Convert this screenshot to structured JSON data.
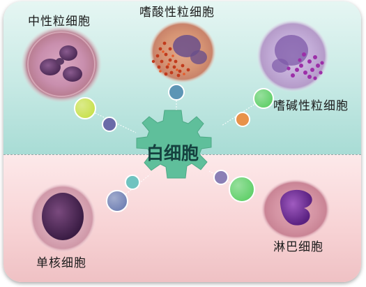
{
  "center": {
    "label": "白细胞",
    "color": "#5fbf9b"
  },
  "cells": [
    {
      "key": "neutrophil",
      "label": "中性粒细胞"
    },
    {
      "key": "eosinophil",
      "label": "嗜酸性粒细胞"
    },
    {
      "key": "basophil",
      "label": "嗜碱性粒细胞"
    },
    {
      "key": "monocyte",
      "label": "单核细胞"
    },
    {
      "key": "lymphocyte",
      "label": "淋巴细胞"
    }
  ],
  "colors": {
    "top_background": "#c6e9e4",
    "bottom_background": "#f7d2d4",
    "dot_lime": "#c8e04c",
    "dot_purple": "#6a6aa8",
    "dot_steel_blue": "#5d95b5",
    "dot_green": "#5fcf68",
    "dot_orange": "#e8924a",
    "dot_teal": "#6fc3c0",
    "dot_slate": "#6f7fb3",
    "dot_lavender": "#8a7fb5"
  }
}
